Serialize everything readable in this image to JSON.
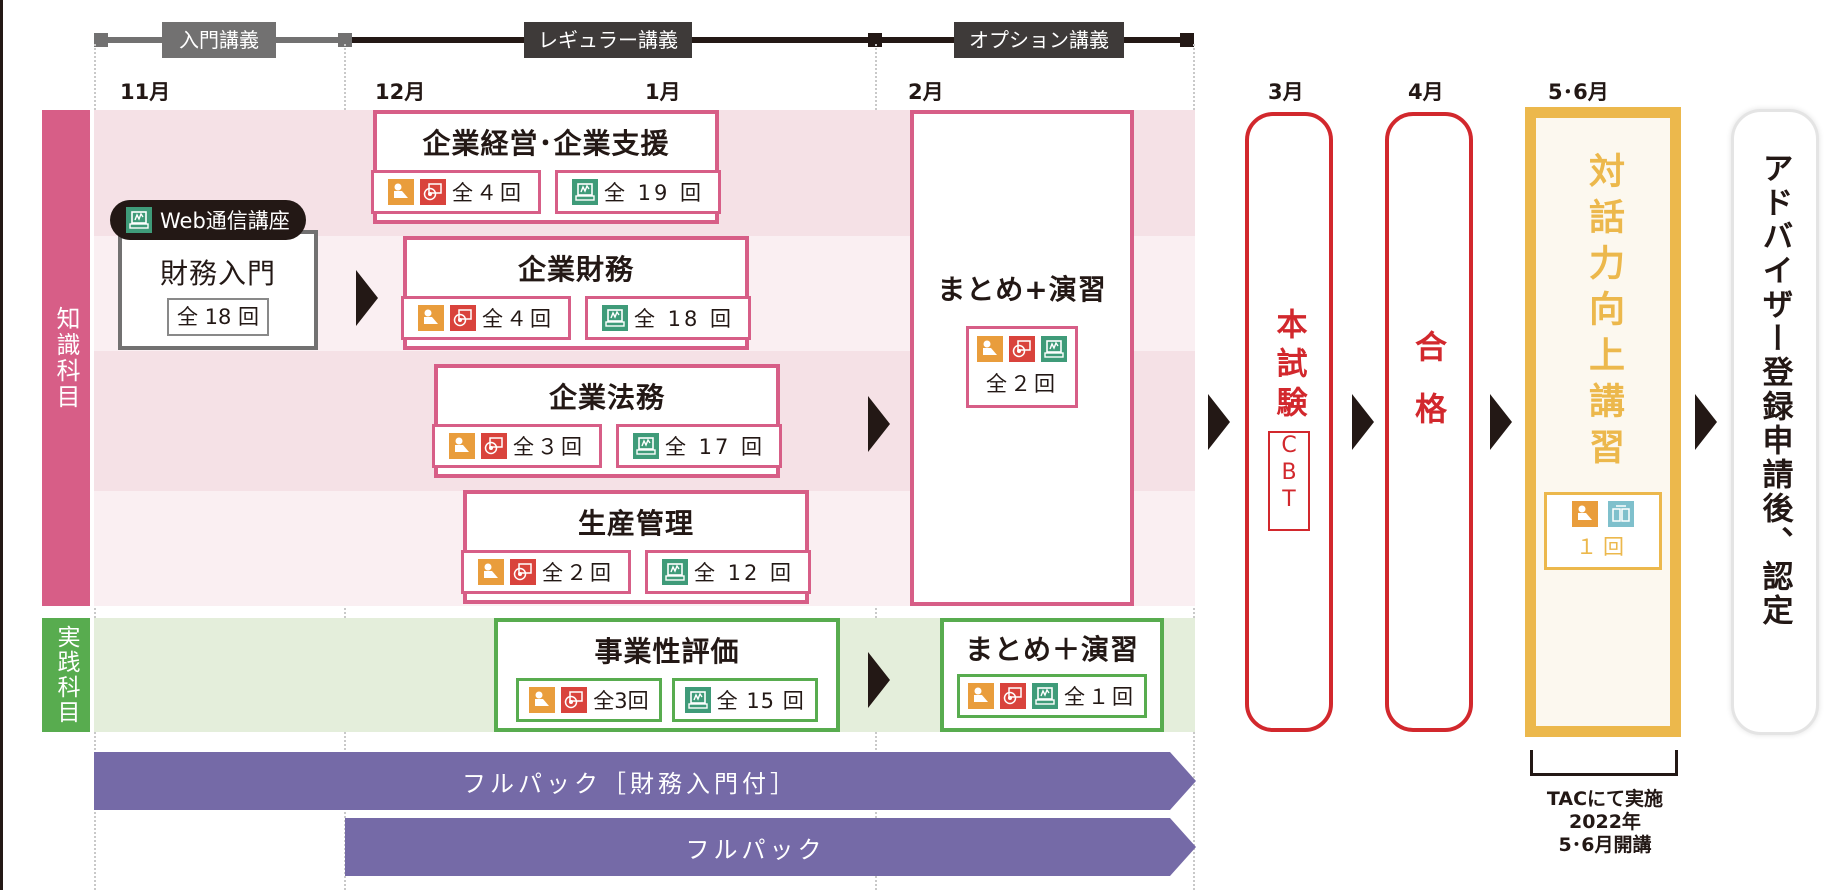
{
  "timeline": {
    "phases": [
      {
        "label": "入門講義",
        "color": "#727171"
      },
      {
        "label": "レギュラー講義",
        "color": "#3e3a39"
      },
      {
        "label": "オプション講義",
        "color": "#3e3a39"
      }
    ]
  },
  "months": [
    "11月",
    "12月",
    "1月",
    "2月",
    "3月",
    "4月",
    "5･6月"
  ],
  "categories": {
    "knowledge": {
      "label": "知識科目",
      "color": "#d75e87"
    },
    "practical": {
      "label": "実践科目",
      "color": "#58ac4f"
    }
  },
  "intro_course": {
    "badge": "Web通信講座",
    "title": "財務入門",
    "count": "全 18 回"
  },
  "courses": [
    {
      "title": "企業経営･企業支援",
      "live_count": "全４回",
      "web_count": "全 19 回"
    },
    {
      "title": "企業財務",
      "live_count": "全４回",
      "web_count": "全 18 回"
    },
    {
      "title": "企業法務",
      "live_count": "全３回",
      "web_count": "全 17 回"
    },
    {
      "title": "生産管理",
      "live_count": "全２回",
      "web_count": "全 12 回"
    }
  ],
  "practical_course": {
    "title": "事業性評価",
    "live_count": "全3回",
    "web_count": "全 15 回"
  },
  "option_knowledge": {
    "title": "まとめ+演習",
    "count": "全２回"
  },
  "option_practical": {
    "title": "まとめ＋演習",
    "count": "全１回"
  },
  "packages": [
    {
      "label": "フルパック［財務入門付］"
    },
    {
      "label": "フルパック"
    }
  ],
  "stages": {
    "exam": {
      "title": "本試験",
      "sub": "CBT",
      "color": "#d2282d"
    },
    "pass": {
      "title": "合格",
      "color": "#d2282d"
    },
    "dialogue": {
      "title": "対話力向上講習",
      "count": "１回",
      "color": "#ecb84c"
    },
    "adviser": {
      "title": "アドバイザー登録申請後、認定"
    }
  },
  "dialogue_note": [
    "TACにて実施",
    "2022年",
    "5･6月開講"
  ],
  "icons": {
    "classroom": "classroom-icon",
    "video": "video-icon",
    "web": "web-icon",
    "textbook": "textbook-icon"
  }
}
